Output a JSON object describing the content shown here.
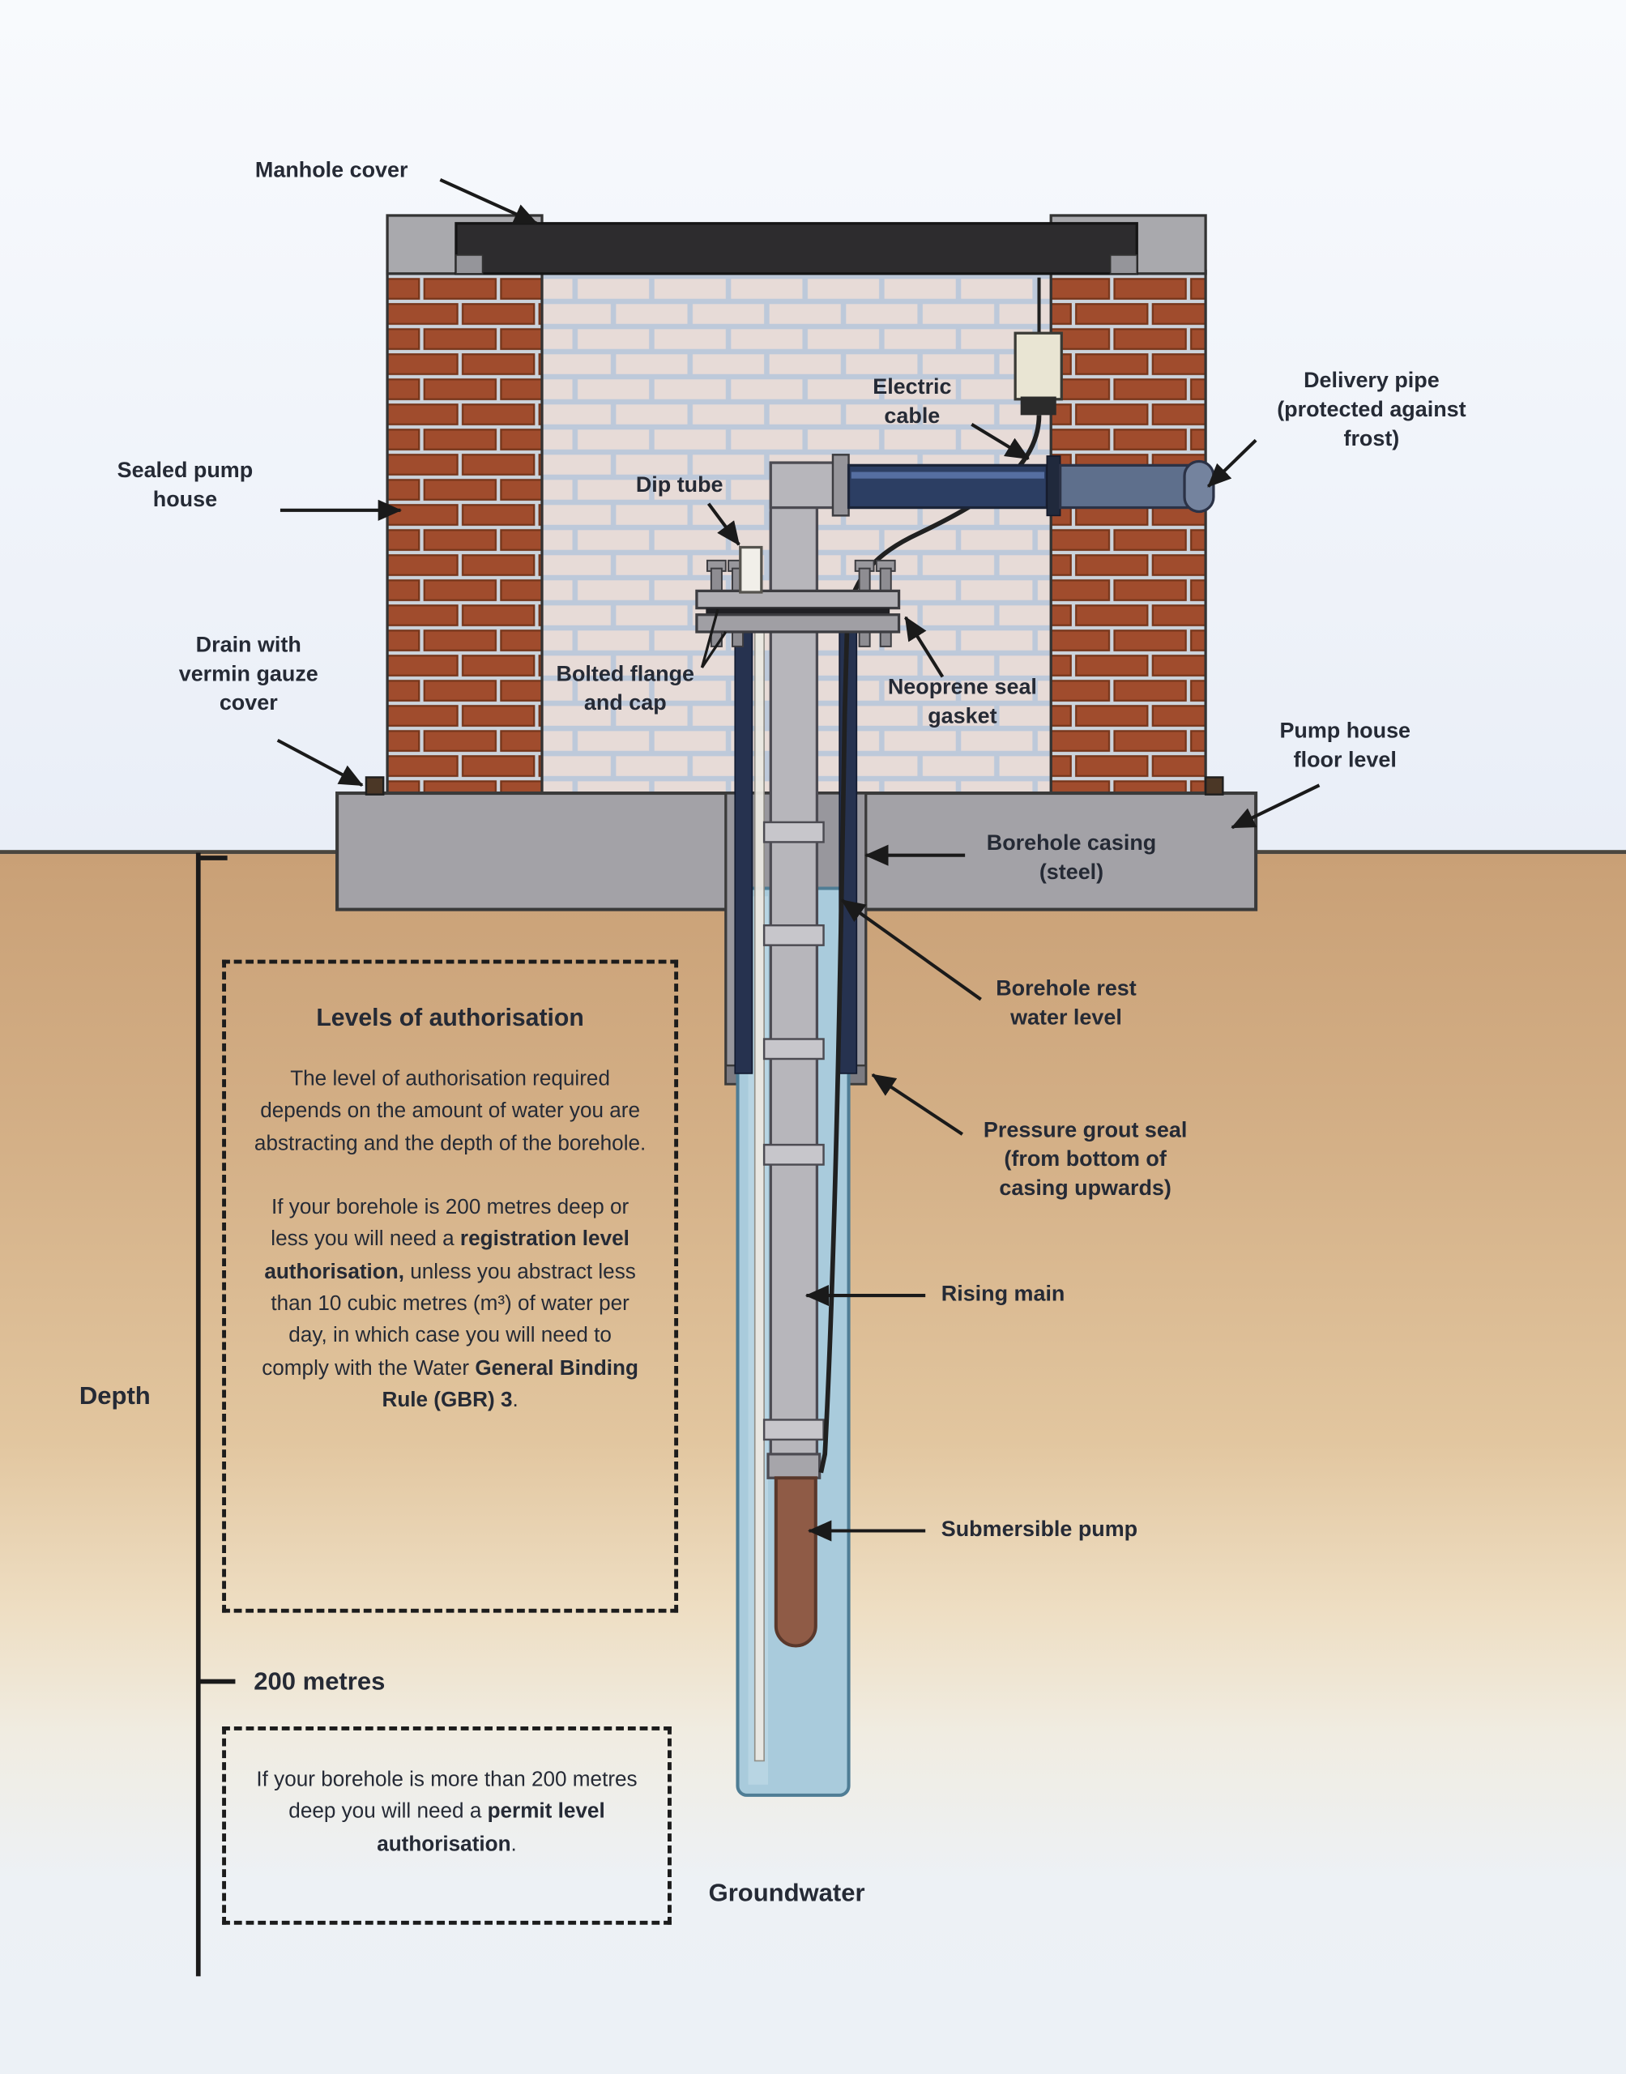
{
  "labels": {
    "manhole_cover": "Manhole cover",
    "sealed_pump_house": "Sealed pump house",
    "drain": "Drain with vermin gauze cover",
    "dip_tube": "Dip tube",
    "bolted_flange": "Bolted flange and cap",
    "electric_cable": "Electric cable",
    "delivery_pipe": "Delivery pipe (protected against frost)",
    "neoprene": "Neoprene seal gasket",
    "pump_house_floor": "Pump house floor level",
    "borehole_casing": "Borehole casing (steel)",
    "rest_water_level": "Borehole rest water level",
    "pressure_grout": "Pressure grout seal (from bottom of casing upwards)",
    "rising_main": "Rising main",
    "submersible_pump": "Submersible pump",
    "groundwater": "Groundwater",
    "depth": "Depth",
    "depth_200": "200 metres"
  },
  "auth_box": {
    "title": "Levels of authorisation",
    "para1": "The level of authorisation required depends on the amount of water you are abstracting and the depth of the borehole.",
    "para2": {
      "p1": "If your borehole is 200 metres deep or less you will need a ",
      "b1": "registration level authorisation,",
      "p2": " unless you abstract less than 10 cubic metres (m³) of water per day, in which case you will need to comply with the Water ",
      "b2": "General Binding Rule (GBR) 3",
      "p3": "."
    }
  },
  "permit_box": {
    "p1": "If your borehole is more than 200 metres deep you will need a ",
    "b1": "permit level authorisation",
    "p2": "."
  },
  "colors": {
    "brick": "#a04c2d",
    "mortar": "#ccd3db",
    "inner_brick": "#e7dbd7",
    "concrete": "#a3a2a7",
    "manhole_dark": "#2d2c2e",
    "water": "#a9cbdc",
    "pipe_navy": "#2c3e63",
    "pump_brown": "#8f5b46",
    "casing_dark": "#26324f",
    "ground": "#c9a076",
    "sky": "#f3f6fb",
    "text": "#252a35"
  }
}
